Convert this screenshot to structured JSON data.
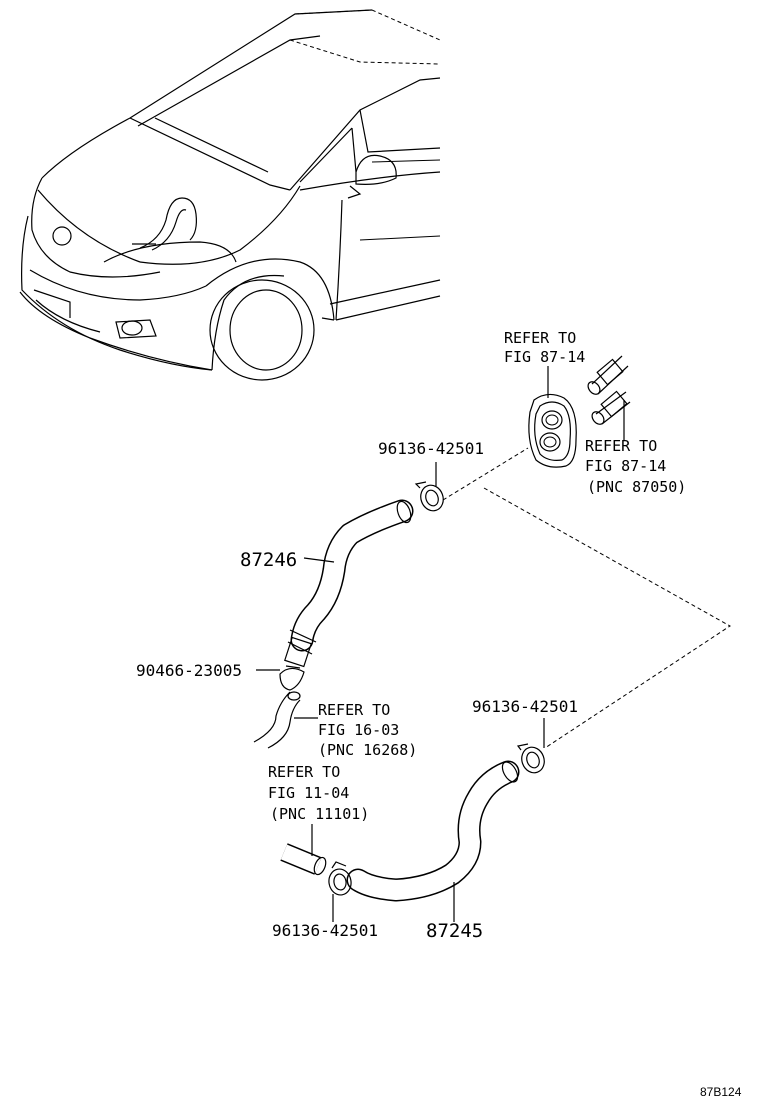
{
  "figure_id": "87B124",
  "labels": {
    "refer_grommet": [
      "REFER TO",
      "FIG 87-14"
    ],
    "refer_nozzle": [
      "REFER TO",
      "FIG 87-14",
      "(PNC 87050)"
    ],
    "refer_heater": [
      "REFER TO",
      "FIG 16-03",
      "(PNC 16268)"
    ],
    "refer_engine": [
      "REFER TO",
      "FIG 11-04",
      "(PNC 11101)"
    ]
  },
  "parts": {
    "clamp_upper": "96136-42501",
    "hose_upper": "87246",
    "clip": "90466-23005",
    "clamp_right": "96136-42501",
    "clamp_lower": "96136-42501",
    "hose_lower": "87245"
  }
}
